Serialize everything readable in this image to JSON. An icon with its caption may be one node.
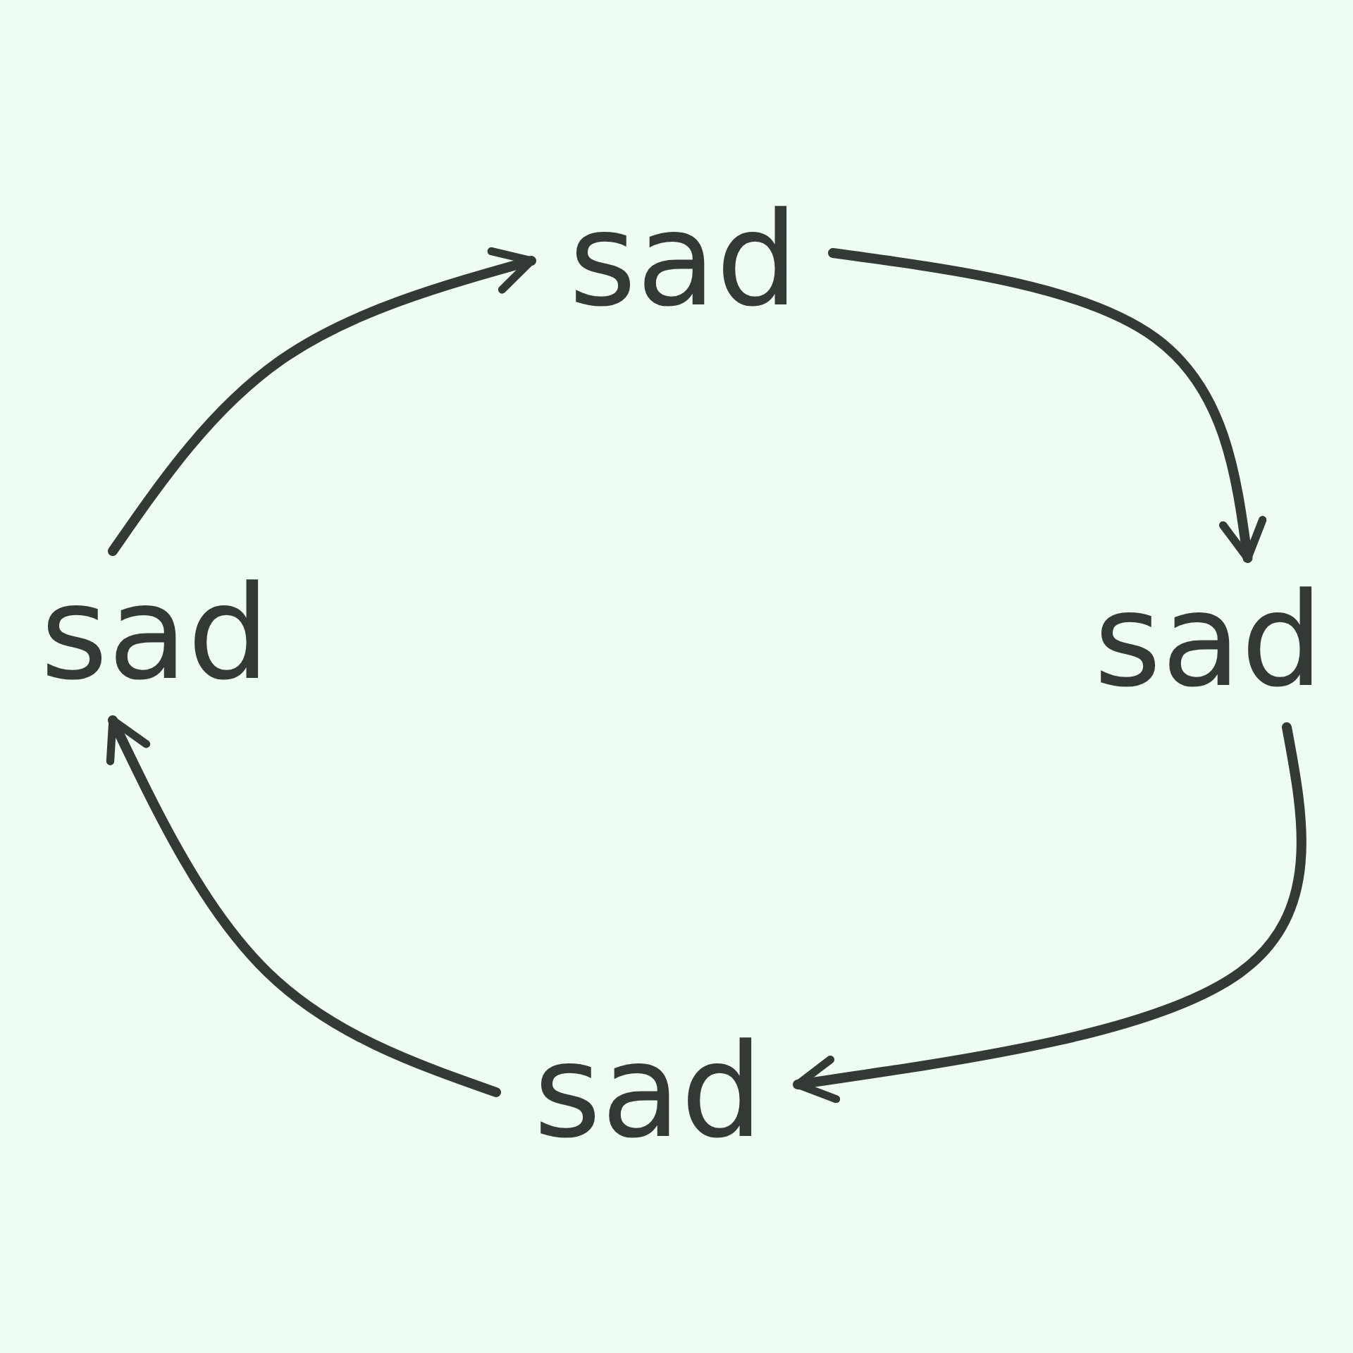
{
  "diagram": {
    "nodes": [
      {
        "text": [
          "sad"
        ]
      },
      {
        "text": [
          "sad"
        ]
      },
      {
        "text": [
          "sad"
        ]
      },
      {
        "text": [
          "sad"
        ]
      }
    ],
    "edges": [
      {
        "from": 3,
        "to": 0,
        "arrow": "to"
      },
      {
        "from": 0,
        "to": 1,
        "arrow": "to"
      },
      {
        "from": 1,
        "to": 2,
        "arrow": "to"
      },
      {
        "from": 2,
        "to": 3,
        "arrow": "to"
      }
    ]
  }
}
